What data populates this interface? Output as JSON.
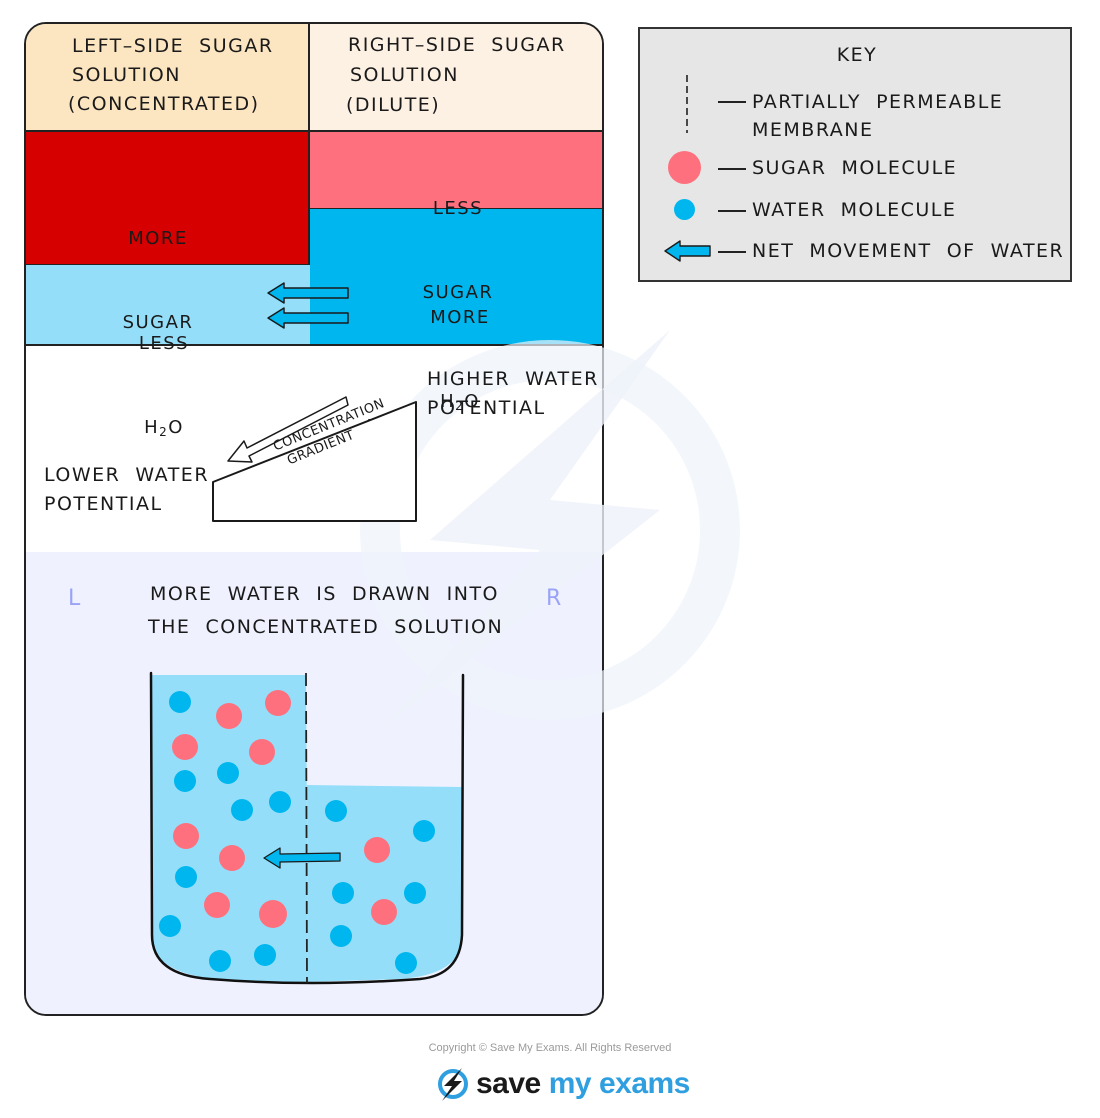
{
  "panel_top": {
    "left_header": [
      "LEFT–SIDE  SUGAR",
      "SOLUTION",
      "(CONCENTRATED)"
    ],
    "right_header": [
      "RIGHT–SIDE  SUGAR",
      "SOLUTION",
      "(DILUTE)"
    ],
    "left_sugar": [
      "MORE",
      "SUGAR"
    ],
    "right_sugar": [
      "LESS",
      "SUGAR"
    ],
    "left_water": [
      "LESS",
      "H",
      "2",
      "O"
    ],
    "right_water": [
      "MORE",
      "H",
      "2",
      "O"
    ]
  },
  "gradient": {
    "higher": [
      "HIGHER  WATER",
      "POTENTIAL"
    ],
    "lower": [
      "LOWER  WATER",
      "POTENTIAL"
    ],
    "h2o": [
      "H",
      "2",
      "O"
    ],
    "ramp_text": [
      "CONCENTRATION",
      "GRADIENT"
    ]
  },
  "beaker_section": {
    "left_marker": "L",
    "right_marker": "R",
    "caption": [
      "MORE  WATER  IS  DRAWN  INTO",
      "THE  CONCENTRATED  SOLUTION"
    ]
  },
  "key": {
    "title": "KEY",
    "items": [
      {
        "icon": "dashed-line-icon",
        "label": [
          "PARTIALLY  PERMEABLE",
          "MEMBRANE"
        ]
      },
      {
        "icon": "sugar-molecule-icon",
        "label": [
          "SUGAR  MOLECULE"
        ]
      },
      {
        "icon": "water-molecule-icon",
        "label": [
          "WATER  MOLECULE"
        ]
      },
      {
        "icon": "arrow-left-icon",
        "label": [
          "NET  MOVEMENT  OF  WATER"
        ]
      }
    ]
  },
  "colors": {
    "left_header": "#fce5c1",
    "right_header": "#fdf1e4",
    "more_sugar": "#d60000",
    "less_sugar": "#fe707d",
    "less_water": "#94def9",
    "more_water": "#00b6ee",
    "sugar_molecule": "#fe707d",
    "water_molecule": "#00b6ee",
    "key_bg": "#e6e6e6",
    "beaker_bg": "#eff2fe",
    "marker": "#9aa3f5",
    "brand_blue": "#2f9fe0"
  },
  "footer": {
    "copyright": "Copyright © Save My Exams. All Rights Reserved",
    "logo_word1": "save",
    "logo_word2": "my exams"
  }
}
